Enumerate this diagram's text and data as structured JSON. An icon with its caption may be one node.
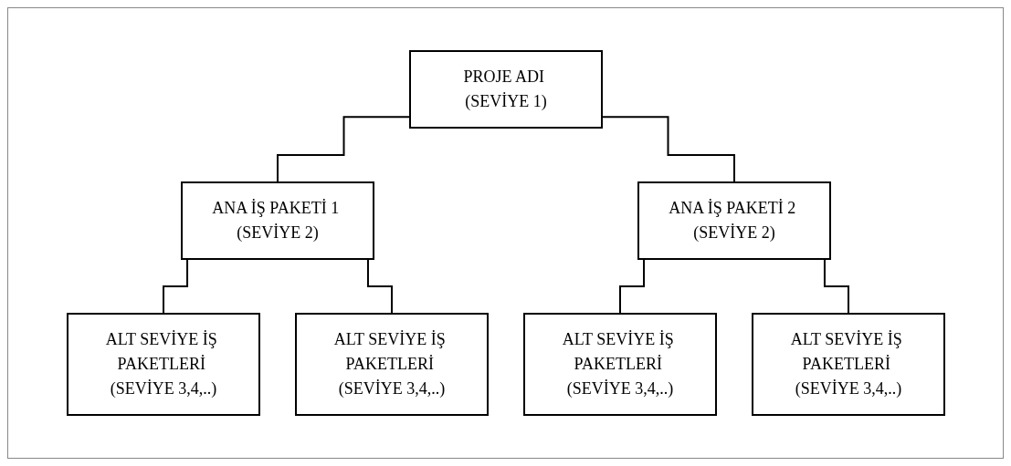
{
  "diagram": {
    "nodes": [
      {
        "text": [
          "PROJE ADI (SEVİYE 1)"
        ]
      },
      {
        "text": [
          "ANA İŞ PAKETİ 1 (SEVİYE 2)"
        ]
      },
      {
        "text": [
          "ANA İŞ PAKETİ 2 (SEVİYE 2)"
        ]
      },
      {
        "text": [
          "ALT SEVİYE İŞ PAKETLERİ (SEVİYE 3,4,..)"
        ]
      },
      {
        "text": [
          "ALT SEVİYE İŞ PAKETLERİ (SEVİYE 3,4,..)"
        ]
      },
      {
        "text": [
          "ALT SEVİYE İŞ PAKETLERİ (SEVİYE 3,4,..)"
        ]
      },
      {
        "text": [
          "ALT SEVİYE İŞ PAKETLERİ (SEVİYE 3,4,..)"
        ]
      }
    ],
    "edges": [
      {
        "from": 0,
        "to": 1,
        "arrow": "none"
      },
      {
        "from": 0,
        "to": 2,
        "arrow": "none"
      },
      {
        "from": 1,
        "to": 3,
        "arrow": "none"
      },
      {
        "from": 1,
        "to": 4,
        "arrow": "none"
      },
      {
        "from": 2,
        "to": 5,
        "arrow": "none"
      },
      {
        "from": 2,
        "to": 6,
        "arrow": "none"
      }
    ]
  }
}
